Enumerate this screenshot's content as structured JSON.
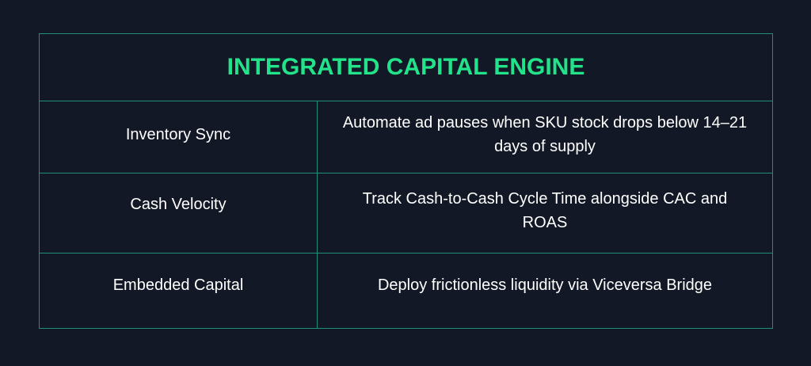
{
  "table": {
    "title": "INTEGRATED CAPITAL ENGINE",
    "rows": [
      {
        "label": "Inventory Sync",
        "description": "Automate ad pauses when SKU stock drops below 14–21 days of supply"
      },
      {
        "label": "Cash Velocity",
        "description": "Track Cash-to-Cash Cycle Time alongside CAC and ROAS"
      },
      {
        "label": "Embedded Capital",
        "description": "Deploy frictionless liquidity via Viceversa Bridge"
      }
    ]
  },
  "colors": {
    "background": "#121826",
    "border": "#1f8f7a",
    "title": "#22e38a",
    "text": "#ffffff"
  }
}
